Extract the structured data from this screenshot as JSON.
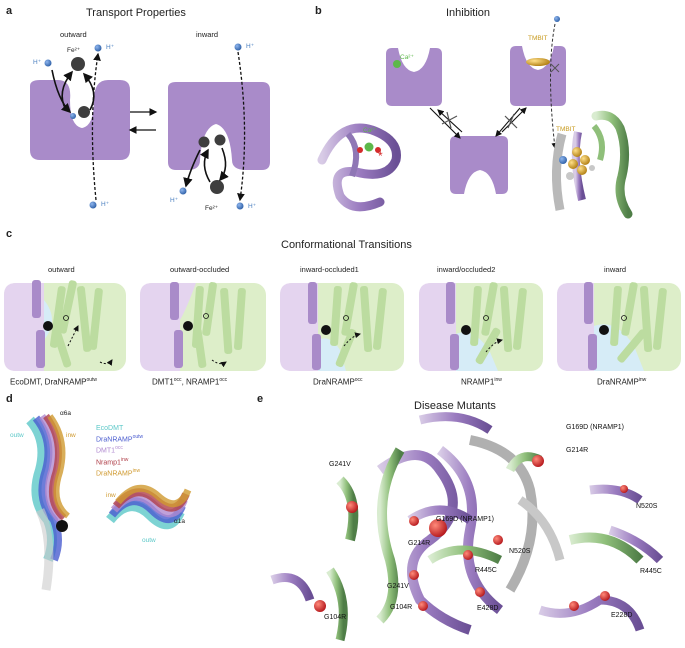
{
  "panels": {
    "a": {
      "letter": "a",
      "title": "Transport Properties",
      "states": [
        "outward",
        "inward"
      ],
      "ions": {
        "iron": "Fe²⁺",
        "proton": "H⁺"
      }
    },
    "b": {
      "letter": "b",
      "title": "Inhibition",
      "labels": {
        "calcium": "Ca²⁺",
        "tmbit": "TMBIT"
      }
    },
    "c": {
      "letter": "c",
      "title": "Conformational Transitions",
      "states": [
        {
          "name": "outward",
          "caption": "EcoDMT, DraNRAMP",
          "sup": "outw"
        },
        {
          "name": "outward-occluded",
          "caption": "DMT1",
          "sup": "occ",
          "caption2": ", NRAMP1",
          "sup2": "occ"
        },
        {
          "name": "inward-occluded1",
          "caption": "DraNRAMP",
          "sup": "occ"
        },
        {
          "name": "inward/occluded2",
          "caption": "NRAMP1",
          "sup": "inw"
        },
        {
          "name": "inward",
          "caption": "DraNRAMP",
          "sup": "inw"
        }
      ]
    },
    "d": {
      "letter": "d",
      "helix_top": "α6a",
      "helix_bottom": "α1a",
      "dir_outw": "outw",
      "dir_inw": "inw",
      "legend": [
        {
          "name": "EcoDMT",
          "sup": "",
          "color": "#5cc8c8"
        },
        {
          "name": "DraNRAMP",
          "sup": "outw",
          "color": "#4a5ccf"
        },
        {
          "name": "DMT1",
          "sup": "occ",
          "color": "#b08ad0"
        },
        {
          "name": "Nramp1",
          "sup": "inw",
          "color": "#b0404a"
        },
        {
          "name": "DraNRAMP",
          "sup": "inw",
          "color": "#d09a30"
        }
      ]
    },
    "e": {
      "letter": "e",
      "title": "Disease Mutants",
      "mutants": [
        "G241V",
        "G169D (NRAMP1)",
        "G214R",
        "N520S",
        "R445C",
        "G104R",
        "E428D",
        "E228D"
      ]
    }
  },
  "colors": {
    "protein": "#a98bc9",
    "scaffold": "#bcdca0",
    "outside": "#e4d4ef",
    "inside": "#d6ecf7",
    "ion_blue": "#4a7fc0",
    "ion_dark": "#3b3b3b",
    "ca_green": "#5db84a",
    "tmbit_gold": "#c79a1c"
  }
}
